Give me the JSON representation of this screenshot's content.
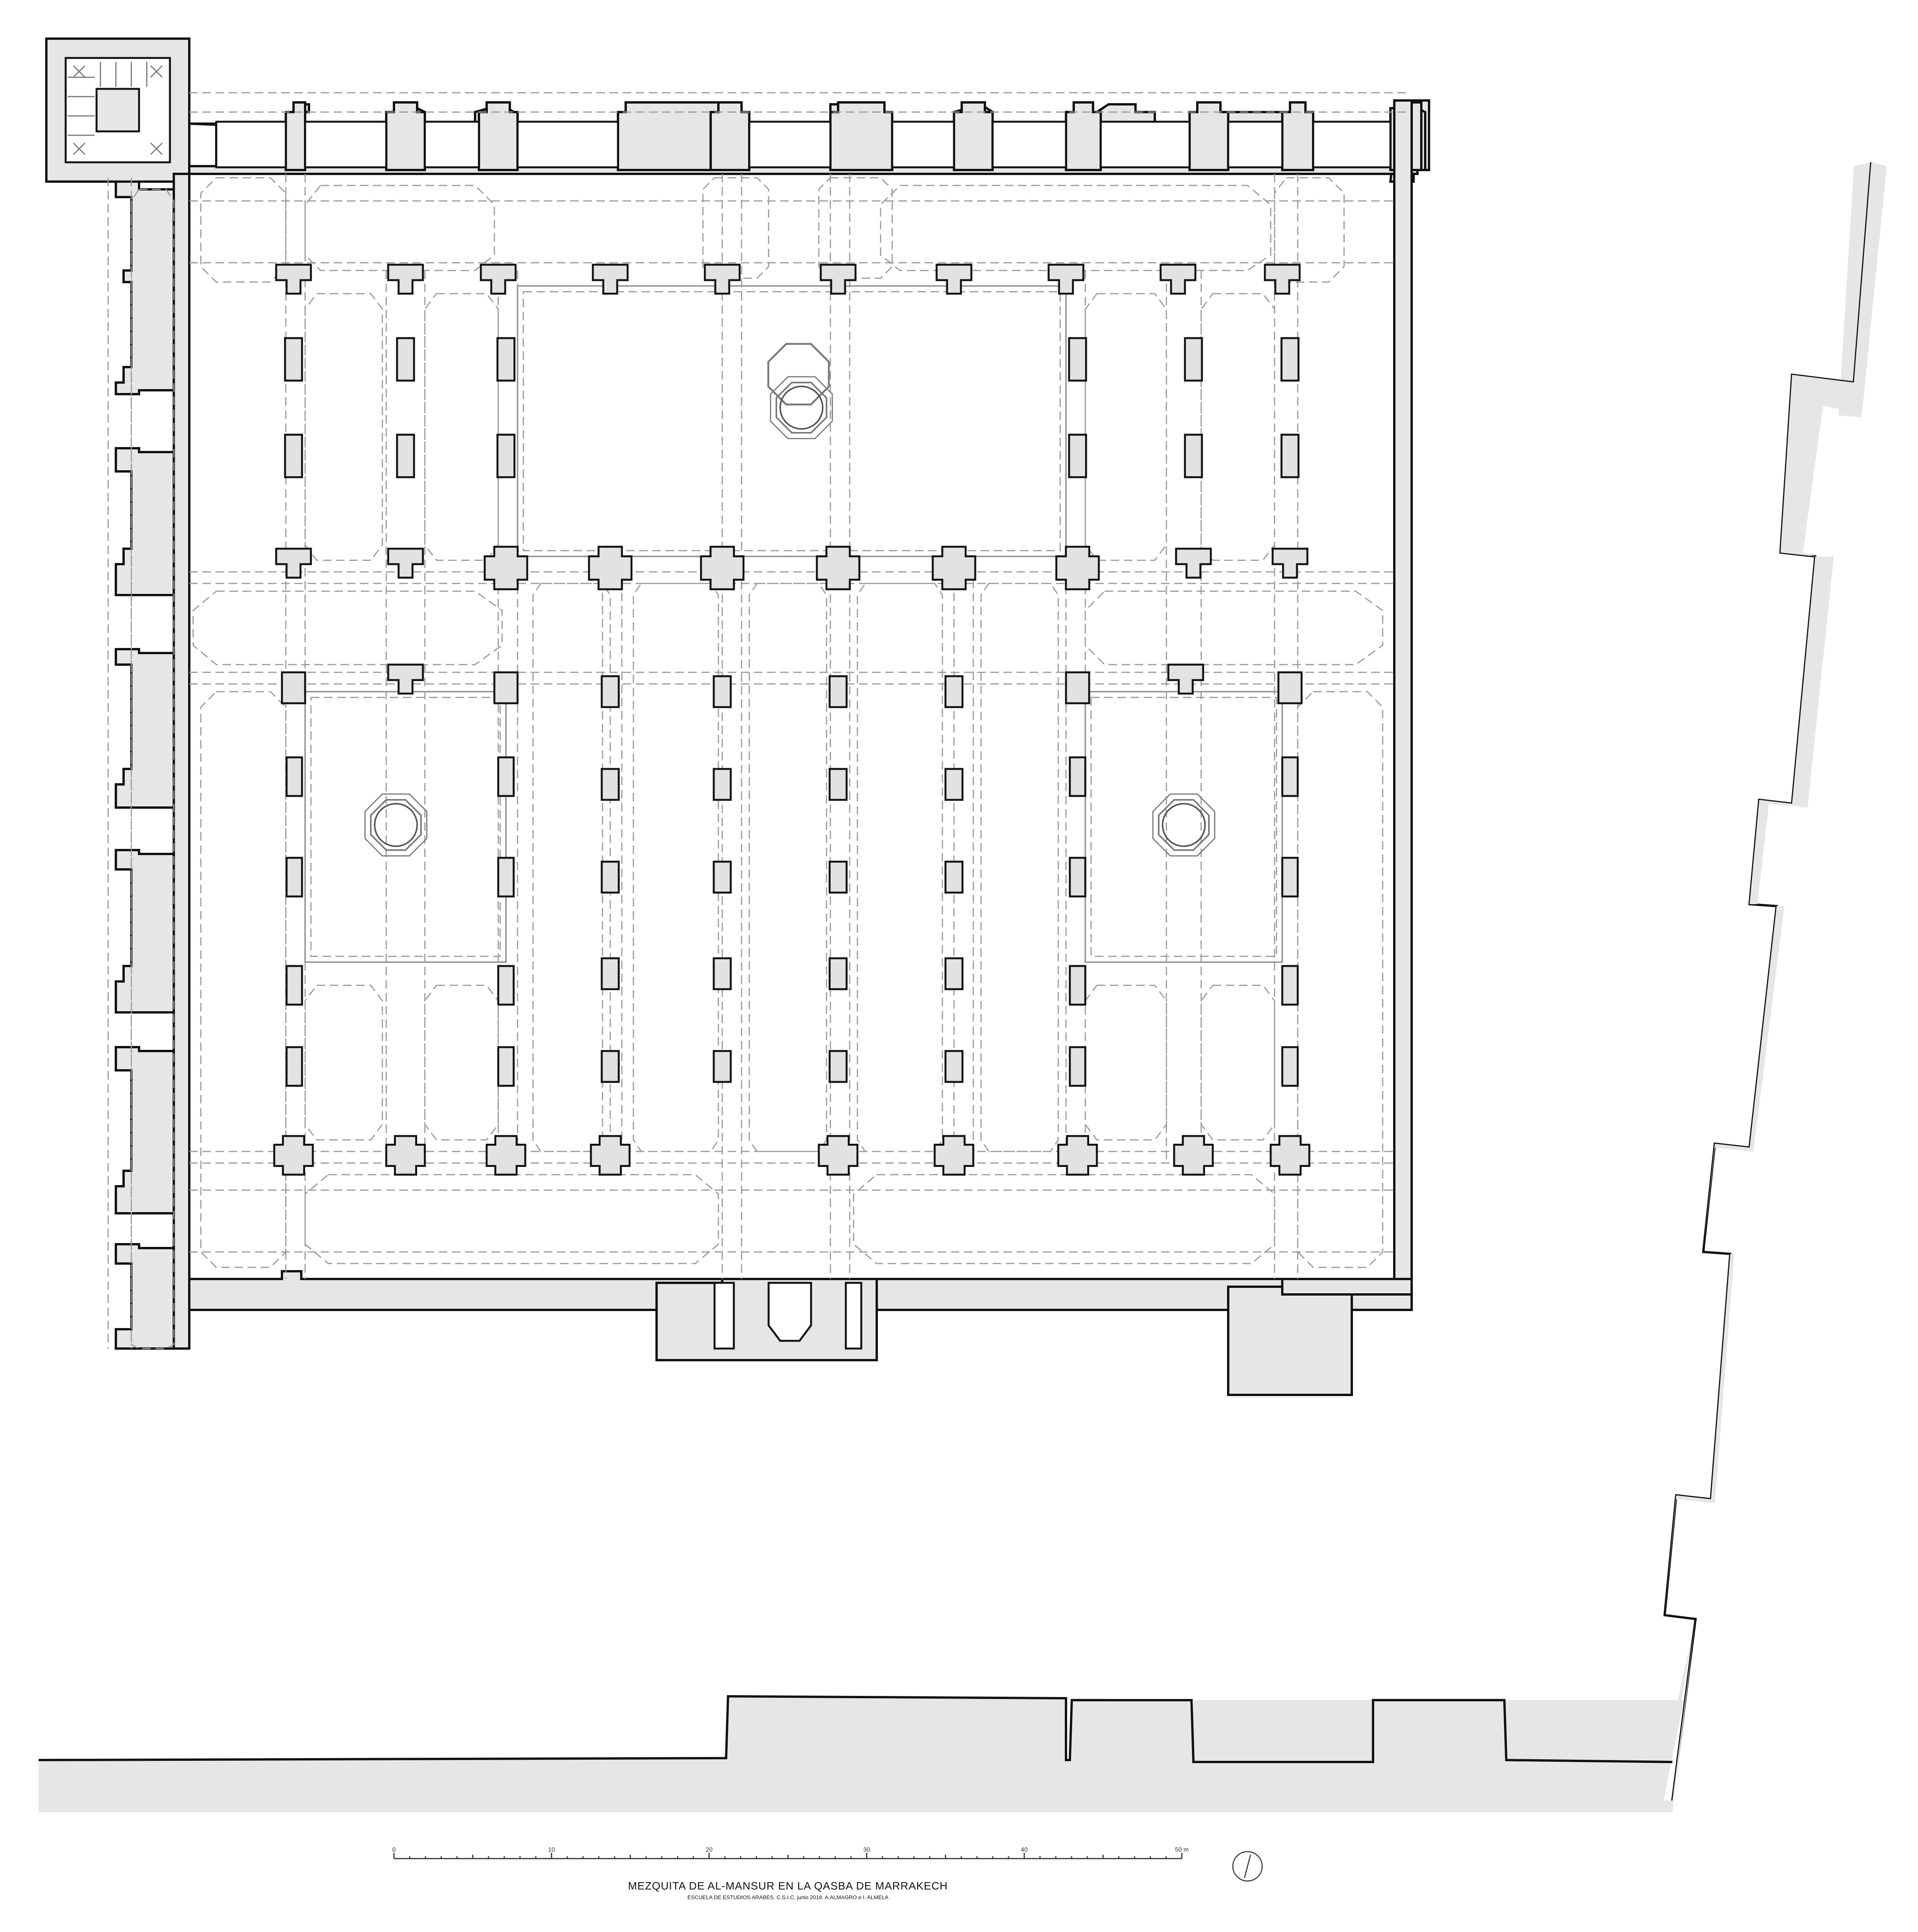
{
  "drawing": {
    "title": "MEZQUITA DE AL-MANSUR EN LA QASBA DE MARRAKECH",
    "credits": "ESCUELA DE ESTUDIOS ARABES. C.S.I.C.    junio 2018.    A.ALMAGRO e I. ALMELA"
  },
  "scale_bar": {
    "labels": [
      "0",
      "10",
      "20",
      "30",
      "40",
      "50 m"
    ]
  },
  "colors": {
    "wall_fill": "#e6e6e6",
    "line": "#111111",
    "dashed": "#9a9a9a"
  },
  "icons": {
    "north_arrow": "north-arrow-icon",
    "fountain": "octagonal-fountain-icon"
  }
}
